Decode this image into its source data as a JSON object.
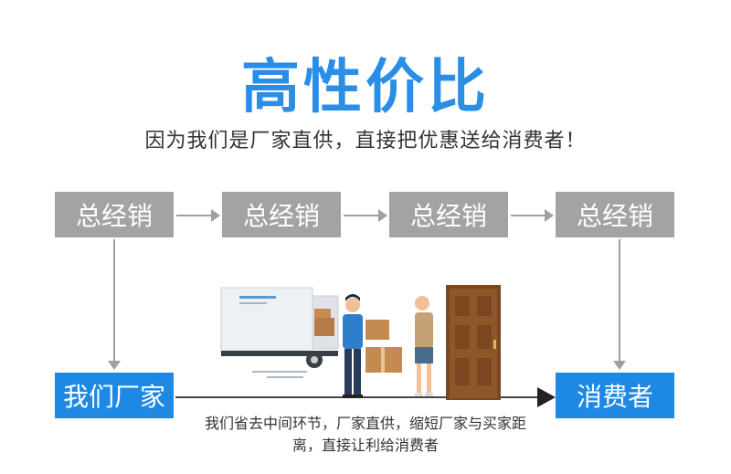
{
  "title": "高性价比",
  "subtitle": "因为我们是厂家直供，直接把优惠送给消费者！",
  "distributors": [
    "总经销",
    "总经销",
    "总经销",
    "总经销"
  ],
  "factory": "我们厂家",
  "consumer": "消费者",
  "description_line1": "我们省去中间环节，厂家直供，缩短厂家与买家距",
  "description_line2": "离，直接让利给消费者",
  "colors": {
    "accent": "#2a8ee6",
    "box_gray": "#a3a3a3",
    "box_blue": "#1e88e5"
  }
}
